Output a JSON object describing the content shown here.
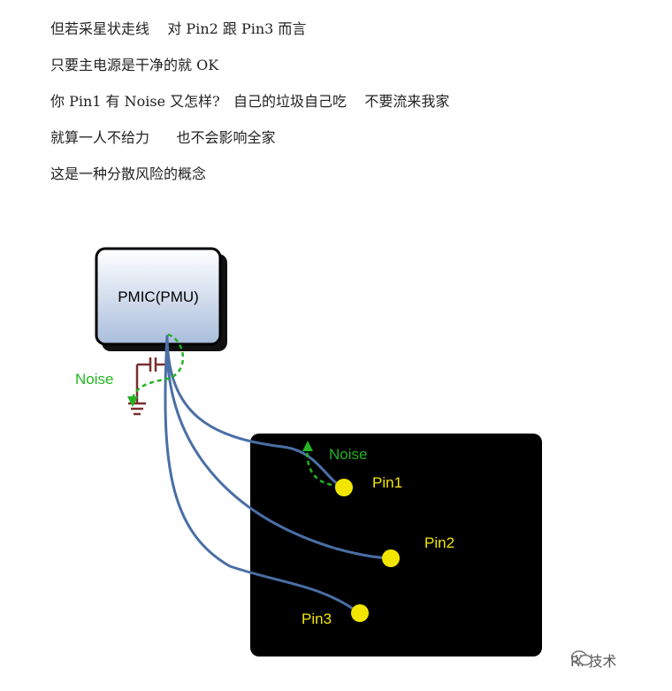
{
  "paragraphs": [
    "但若采星状走线    对 Pin2 跟 Pin3 而言",
    "只要主电源是干净的就 OK",
    "你 Pin1 有 Noise 又怎样?   自己的垃圾自己吃    不要流来我家",
    "就算一人不给力      也不会影响全家",
    "这是一种分散风险的概念"
  ],
  "diagram": {
    "pmic_label": "PMIC(PMU)",
    "noise_label_left": "Noise",
    "noise_label_right": "Noise",
    "pin1_label": "Pin1",
    "pin2_label": "Pin2",
    "pin3_label": "Pin3",
    "colors": {
      "trace": "#4a6fa5",
      "noise": "#22b422",
      "pin": "#f2e600",
      "capacitor": "#7a2e2e",
      "board": "#000000"
    }
  },
  "watermark": {
    "text": "RF技术",
    "icon": "wechat-icon"
  }
}
